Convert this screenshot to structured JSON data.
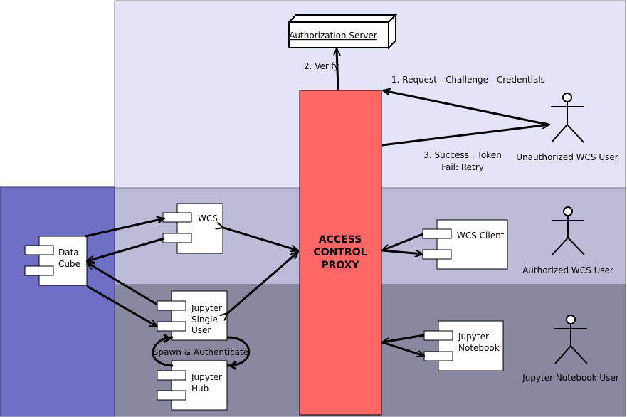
{
  "colors": {
    "zone_top": "#e4e4f8",
    "zone_mid": "#bcbcd8",
    "zone_bottom": "#8888a0",
    "data_zone": "#6f6fc6",
    "proxy": "#ff6666",
    "line": "#000000",
    "box": "#ffffff"
  },
  "auth_server": {
    "label": "Authorization Server"
  },
  "proxy": {
    "line1": "ACCESS",
    "line2": "CONTROL",
    "line3": "PROXY"
  },
  "components": {
    "data_cube": {
      "line1": "Data",
      "line2": "Cube",
      "icon": "component-icon"
    },
    "wcs": {
      "label": "WCS",
      "icon": "component-icon"
    },
    "wcs_client": {
      "label": "WCS Client",
      "icon": "component-icon"
    },
    "jupyter_single_user": {
      "line1": "Jupyter",
      "line2": "Single",
      "line3": "User",
      "icon": "component-icon"
    },
    "jupyter_hub": {
      "line1": "Jupyter",
      "line2": "Hub",
      "icon": "component-icon"
    },
    "jupyter_notebook": {
      "line1": "Jupyter",
      "line2": "Notebook",
      "icon": "component-icon"
    }
  },
  "actors": {
    "unauthorized": {
      "label": "Unauthorized WCS User",
      "icon": "stick-figure-icon"
    },
    "authorized": {
      "label": "Authorized WCS User",
      "icon": "stick-figure-icon"
    },
    "jupyter": {
      "label": "Jupyter Notebook User",
      "icon": "stick-figure-icon"
    }
  },
  "messages": {
    "verify": "2. Verify",
    "request": "1. Request - Challenge - Credentials",
    "success": "3. Success : Token",
    "fail": "Fail: Retry",
    "spawn": "Spawn & Authenticate"
  }
}
